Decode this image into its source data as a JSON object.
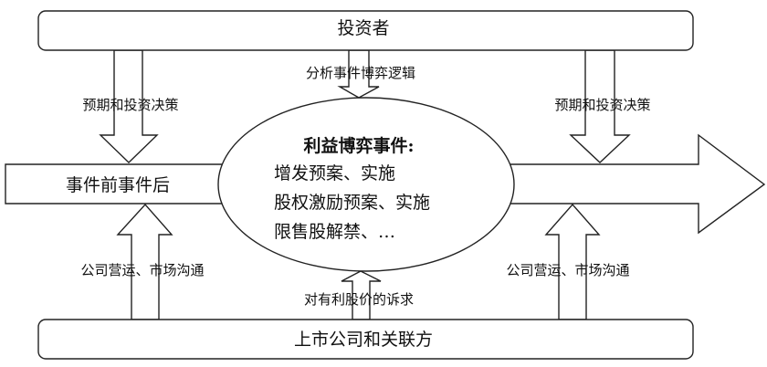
{
  "top_box": {
    "label": "投资者"
  },
  "bottom_box": {
    "label": "上市公司和关联方"
  },
  "timeline": {
    "label": "事件前事件后"
  },
  "center_event": {
    "title": "利益博弈事件:",
    "lines": [
      "增发预案、实施",
      "股权激励预案、实施",
      "限售股解禁、…"
    ]
  },
  "arrows": {
    "top_left": "预期和投资决策",
    "top_center": "分析事件博弈逻辑",
    "top_right": "预期和投资决策",
    "bottom_left": "公司营运、市场沟通",
    "bottom_center": "对有利股价的诉求",
    "bottom_right": "公司营运、市场沟通"
  }
}
